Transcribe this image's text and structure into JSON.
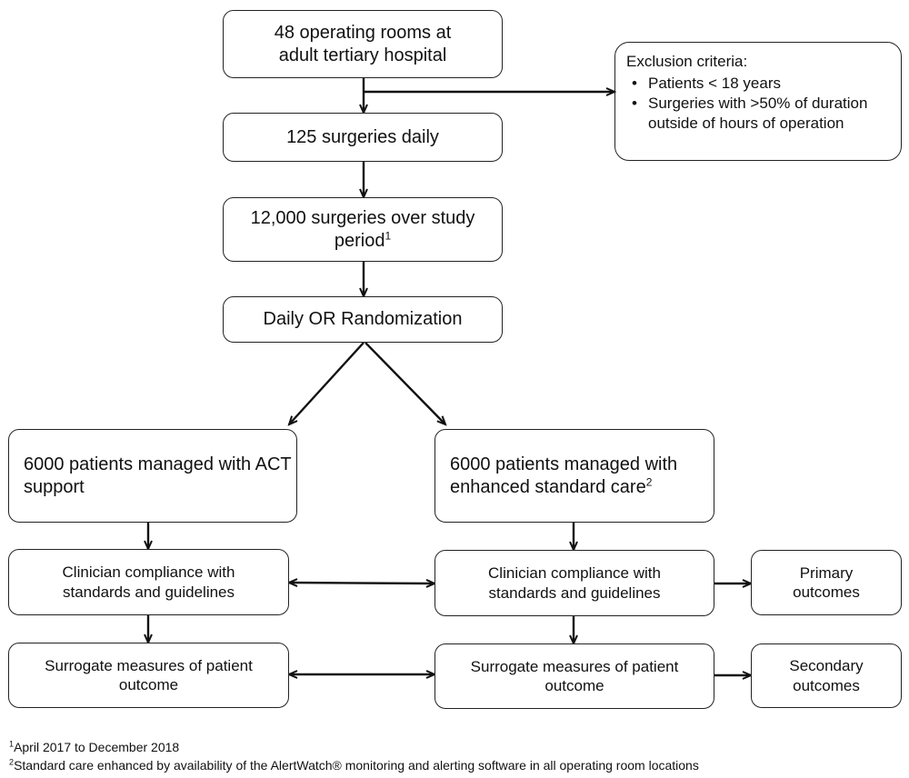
{
  "boxes": {
    "rooms": "48 operating rooms at adult tertiary hospital",
    "daily": "125 surgeries daily",
    "study": "12,000 surgeries over study period",
    "study_sup": "1",
    "randomization": "Daily OR Randomization",
    "act": "6000 patients managed with ACT support",
    "standard": "6000 patients managed with enhanced standard care",
    "standard_sup": "2",
    "compliance_left": "Clinician compliance with standards and guidelines",
    "compliance_right": "Clinician compliance with standards and guidelines",
    "surrogate_left": "Surrogate measures of patient outcome",
    "surrogate_right": "Surrogate measures of patient outcome",
    "primary": "Primary outcomes",
    "secondary": "Secondary outcomes"
  },
  "exclusion": {
    "title": "Exclusion criteria:",
    "items": [
      "Patients < 18 years",
      "Surgeries with >50% of duration outside of hours of operation"
    ]
  },
  "footnotes": [
    {
      "mark": "1",
      "text": "April 2017 to December 2018"
    },
    {
      "mark": "2",
      "text": "Standard care enhanced by availability of the AlertWatch® monitoring and alerting software in all operating room locations"
    }
  ]
}
